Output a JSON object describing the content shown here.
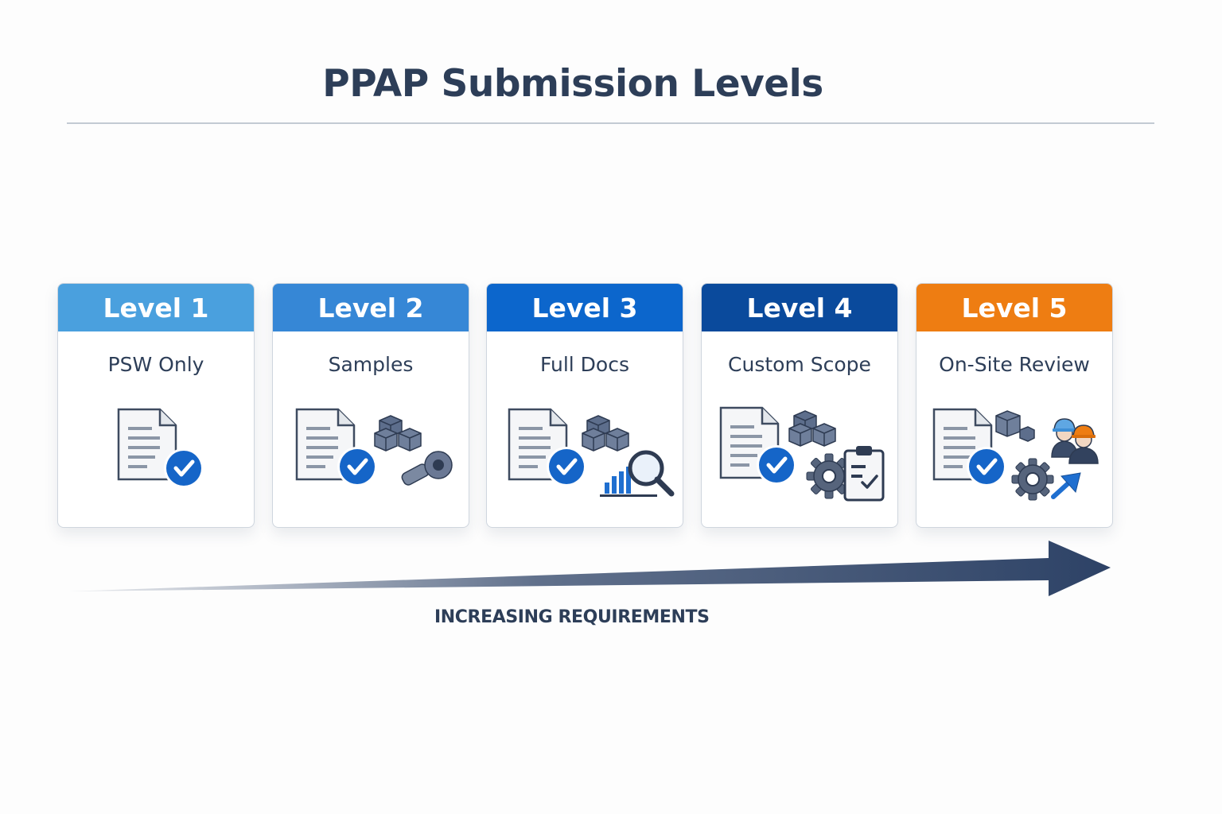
{
  "title": "PPAP Submission Levels",
  "levels": [
    {
      "label": "Level 1",
      "subtitle": "PSW Only",
      "color": "#4aa0de"
    },
    {
      "label": "Level 2",
      "subtitle": "Samples",
      "color": "#3687d6"
    },
    {
      "label": "Level 3",
      "subtitle": "Full Docs",
      "color": "#0c66cc"
    },
    {
      "label": "Level 4",
      "subtitle": "Custom Scope",
      "color": "#0a4a9c"
    },
    {
      "label": "Level 5",
      "subtitle": "On-Site Review",
      "color": "#ee7d12"
    }
  ],
  "arrow": {
    "label": "INCREASING REQUIREMENTS",
    "color": "#2d4266"
  },
  "icons": {
    "level_1": [
      "document-icon",
      "check-badge-icon"
    ],
    "level_2": [
      "document-icon",
      "check-badge-icon",
      "cubes-icon",
      "bolt-nut-icon"
    ],
    "level_3": [
      "document-icon",
      "check-badge-icon",
      "cubes-icon",
      "bar-chart-icon",
      "magnifier-icon"
    ],
    "level_4": [
      "document-icon",
      "check-badge-icon",
      "cubes-icon",
      "gear-icon",
      "clipboard-check-icon"
    ],
    "level_5": [
      "document-icon",
      "check-badge-icon",
      "cube-icon",
      "engineers-icon",
      "gear-icon",
      "arrow-up-right-icon"
    ]
  }
}
